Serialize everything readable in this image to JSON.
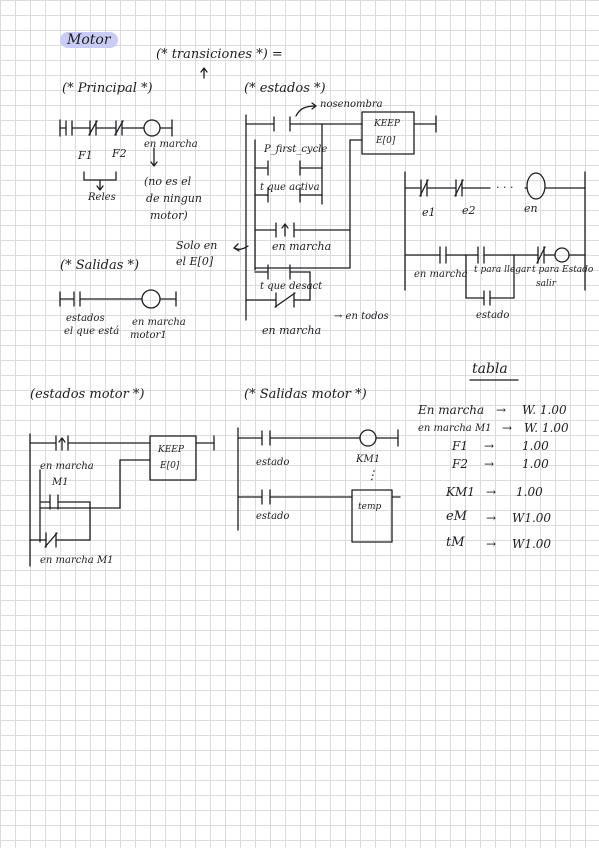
{
  "page": {
    "title": "Motor",
    "transitions_label": "(* transiciones *) =",
    "arrow_up": "↑"
  },
  "principal": {
    "heading": "(* Principal *)",
    "f1": "F1",
    "f2": "F2",
    "coil": "en marcha",
    "reles": "Reles",
    "note": [
      "(no es el",
      "de ningun",
      "motor)"
    ]
  },
  "estados": {
    "heading": "(* estados *)",
    "rename_note": "nosenombra",
    "first_cycle": "P_first_cycle",
    "t_active": "t que activa",
    "marcha": "en marcha",
    "t_deact": "t que desact",
    "marcha2": "en marcha",
    "to_all": "→ en todos",
    "keep_box": [
      "KEEP",
      "E[0]"
    ],
    "solo_note": [
      "Solo en",
      "el E[0]"
    ],
    "e1": "e1",
    "e2": "e2",
    "dots": "· · ·",
    "en": "en",
    "r_marcha": "en marcha",
    "t_para_llegar": "t para llegar",
    "t_para_salir": [
      "t para",
      "salir"
    ],
    "estado_coil": "Estado",
    "estado": "estado"
  },
  "salidas": {
    "heading": "(* Salidas *)",
    "contact_note": [
      "estados",
      "el que está"
    ],
    "coil": [
      "en marcha",
      "motor1"
    ]
  },
  "estados_motor": {
    "heading": "(estados motor *)",
    "c1": "en marcha",
    "c1b": "M1",
    "c3": "en marcha M1",
    "keep_box": [
      "KEEP",
      "E[0]"
    ]
  },
  "salidas_motor": {
    "heading": "(* Salidas motor *)",
    "c1": "estado",
    "coil1": "KM1",
    "dots": "⋮",
    "c2": "estado",
    "box": "temp"
  },
  "tabla": {
    "title": "tabla",
    "arrow": "→",
    "rows": [
      {
        "k": "En marcha",
        "v": "W. 1.00"
      },
      {
        "k": "en marcha M1",
        "v": "W. 1.00"
      },
      {
        "k": "F1",
        "v": "1.00"
      },
      {
        "k": "F2",
        "v": "1.00"
      },
      {
        "k": "KM1",
        "v": "1.00"
      },
      {
        "k": "eM",
        "v": "W1.00"
      },
      {
        "k": "tM",
        "v": "W1.00"
      }
    ]
  }
}
